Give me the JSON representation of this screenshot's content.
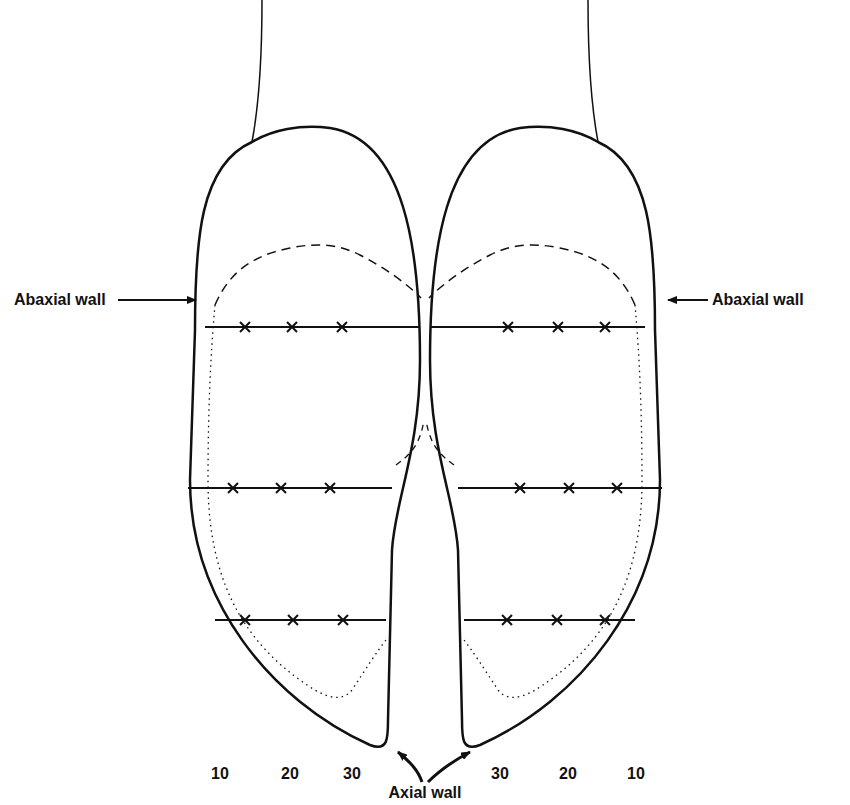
{
  "diagram": {
    "labels": [
      "Abaxial wall",
      "Abaxial wall",
      "10",
      "20",
      "30",
      "30",
      "20",
      "10",
      "Axial wall"
    ]
  }
}
